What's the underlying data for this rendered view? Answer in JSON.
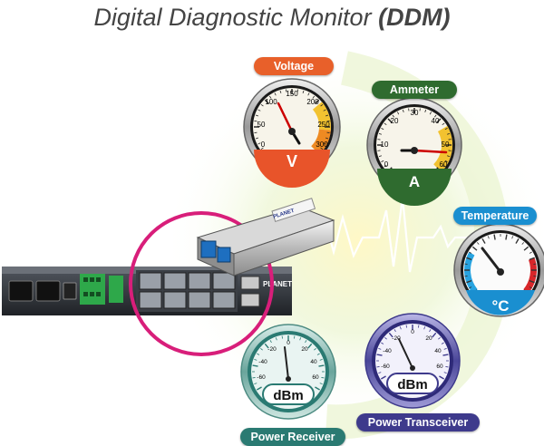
{
  "title": {
    "text": "Digital Diagnostic Monitor",
    "emphasis": "(DDM)"
  },
  "colors": {
    "voltage_label": "#e8602a",
    "ammeter_label": "#2f6b2f",
    "temperature_label": "#1a8fd0",
    "receiver_label": "#2a7a72",
    "transceiver_label": "#3e3a8c",
    "highlight_ring": "#d81e7a"
  },
  "gauges": {
    "voltage": {
      "label": "Voltage",
      "unit": "V",
      "ticks": [
        "0",
        "50",
        "100",
        "150",
        "200",
        "250",
        "300"
      ]
    },
    "ammeter": {
      "label": "Ammeter",
      "unit": "A",
      "ticks": [
        "0",
        "10",
        "20",
        "30",
        "40",
        "50",
        "60"
      ]
    },
    "temperature": {
      "label": "Temperature",
      "unit": "°C"
    },
    "power_receiver": {
      "label": "Power Receiver",
      "unit": "dBm",
      "ticks": [
        "-60",
        "-40",
        "-20",
        "0",
        "20",
        "40",
        "60"
      ]
    },
    "power_transceiver": {
      "label": "Power Transceiver",
      "unit": "dBm",
      "ticks": [
        "-60",
        "-40",
        "-20",
        "0",
        "20",
        "40",
        "60"
      ]
    }
  },
  "device": {
    "brand": "PLANET",
    "sfp_brand": "PLANET"
  }
}
